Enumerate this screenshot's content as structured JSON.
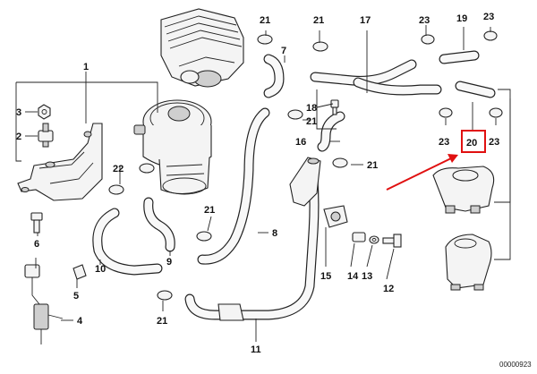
{
  "callouts": {
    "c1": "1",
    "c2": "2",
    "c3": "3",
    "c4": "4",
    "c5": "5",
    "c6": "6",
    "c7": "7",
    "c8": "8",
    "c9": "9",
    "c10": "10",
    "c11": "11",
    "c12": "12",
    "c13": "13",
    "c14": "14",
    "c15": "15",
    "c16": "16",
    "c17": "17",
    "c18": "18",
    "c19": "19",
    "c20": "20",
    "c21": "21",
    "c22": "22",
    "c23": "23"
  },
  "reference_code": "00000923",
  "colors": {
    "highlight": "#e01010",
    "line": "#222222"
  }
}
